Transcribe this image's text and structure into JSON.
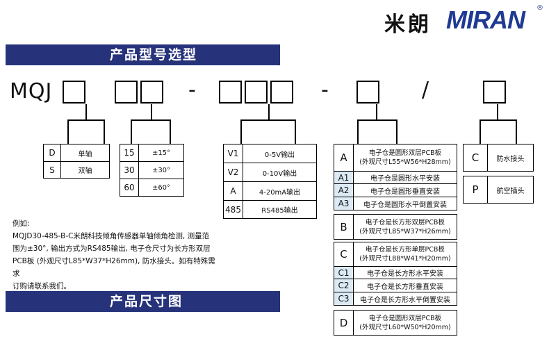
{
  "brand": {
    "cn": "米朗",
    "en": "MIRAN",
    "reg": "®"
  },
  "sections": {
    "selection_title": "产品型号选型",
    "dimension_title": "产品尺寸图"
  },
  "model": {
    "prefix": "MQJ",
    "dash": "-",
    "slash": "/"
  },
  "axis_options": [
    {
      "code": "D",
      "label": "单轴"
    },
    {
      "code": "S",
      "label": "双轴"
    }
  ],
  "angle_options": [
    {
      "code": "15",
      "label": "±15°"
    },
    {
      "code": "30",
      "label": "±30°"
    },
    {
      "code": "60",
      "label": "±60°"
    }
  ],
  "output_options": [
    {
      "code": "V1",
      "label": "0-5V输出"
    },
    {
      "code": "V2",
      "label": "0-10V输出"
    },
    {
      "code": "A",
      "label": "4-20mA输出"
    },
    {
      "code": "485",
      "label": "RS485输出"
    }
  ],
  "housing_groups": [
    {
      "code": "A",
      "line1": "电子仓是圆形双层PCB板",
      "line2": "(外观尺寸L55*W56*H28mm)",
      "subs": [
        {
          "code": "A1",
          "label": "电子仓是圆形水平安装"
        },
        {
          "code": "A2",
          "label": "电子仓是圆形垂直安装"
        },
        {
          "code": "A3",
          "label": "电子仓是圆形水平倒置安装"
        }
      ]
    },
    {
      "code": "B",
      "line1": "电子仓是长方形双层PCB板",
      "line2": "(外观尺寸L85*W37*H26mm)",
      "subs": []
    },
    {
      "code": "C",
      "line1": "电子仓是长方形单层PCB板",
      "line2": "(外观尺寸L88*W41*H20mm)",
      "subs": [
        {
          "code": "C1",
          "label": "电子仓是长方形水平安装"
        },
        {
          "code": "C2",
          "label": "电子仓是长方形垂直安装"
        },
        {
          "code": "C3",
          "label": "电子仓是长方形水平倒置安装"
        }
      ]
    },
    {
      "code": "D",
      "line1": "电子仓是圆形双层PCB板",
      "line2": "(外观尺寸L60*W50*H20mm)",
      "subs": []
    }
  ],
  "connector_options": [
    {
      "code": "C",
      "label": "防水接头"
    },
    {
      "code": "P",
      "label": "航空插头"
    }
  ],
  "example": {
    "title": "例如:",
    "lines": [
      "MQJD30-485-B-C米朗科技倾角传感器单轴倾角检测, 测量范",
      "围为±30°, 输出方式为RS485输出, 电子仓尺寸为长方形双层",
      "PCB板 (外观尺寸L85*W37*H26mm), 防水接头。如有特殊需求",
      "订购请联系我们。"
    ]
  }
}
